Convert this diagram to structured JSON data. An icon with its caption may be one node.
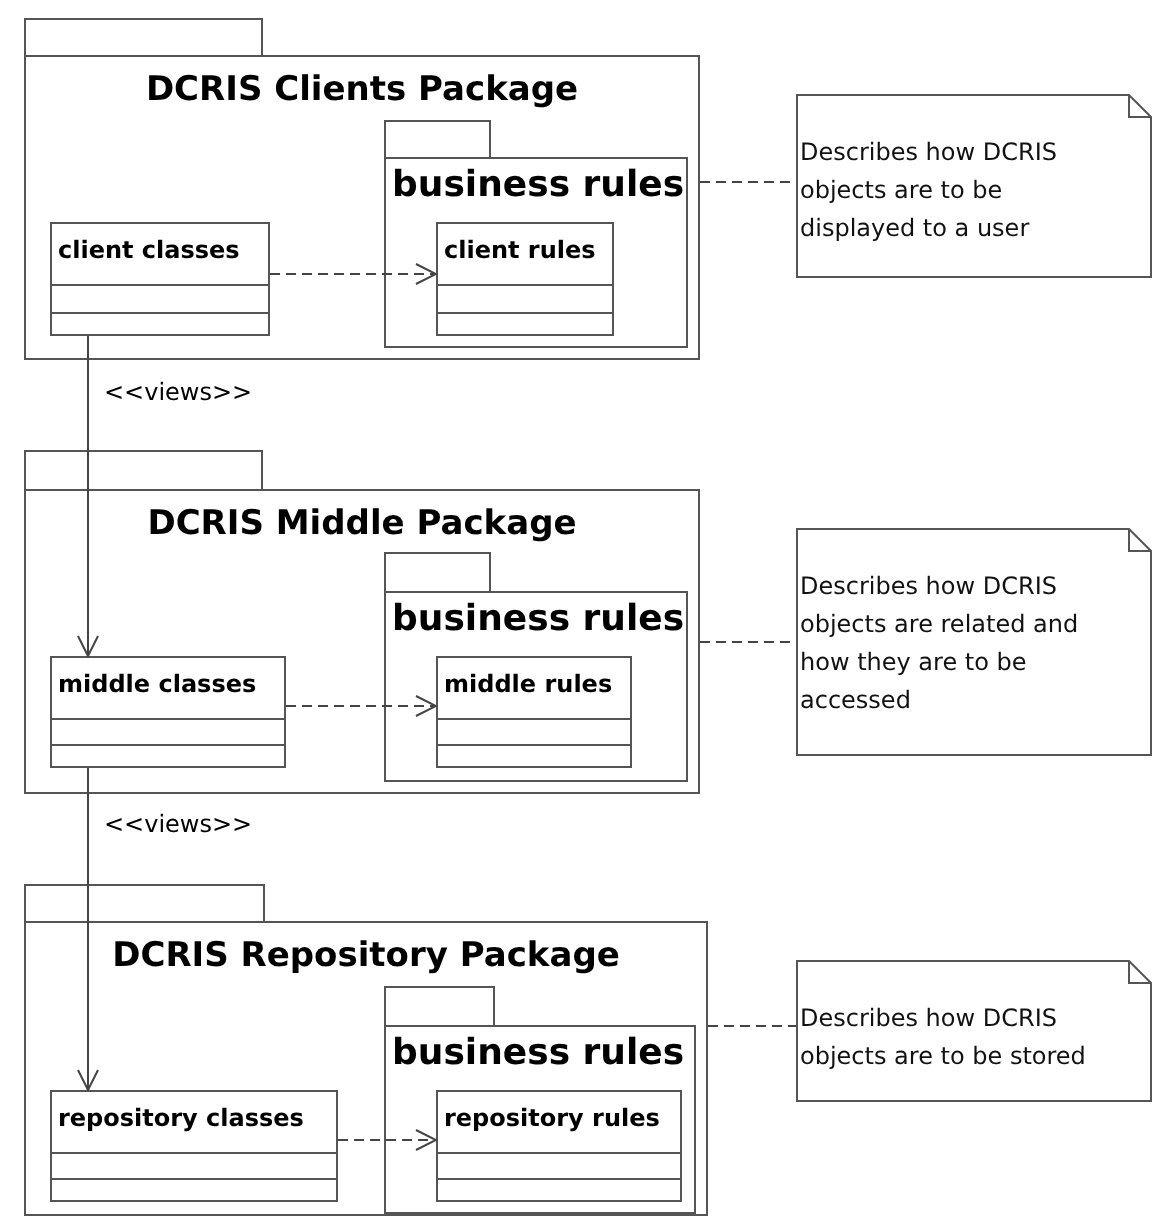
{
  "diagram": {
    "nodes": [
      {
        "text": [
          "DCRIS Clients Package"
        ]
      },
      {
        "text": [
          "client classes"
        ],
        "in": 0
      },
      {
        "text": [
          "business rules"
        ],
        "in": 0
      },
      {
        "text": [
          "client rules"
        ],
        "in": 2
      },
      {
        "text": [
          "Describes how DCRIS objects are to be displayed to a user"
        ]
      },
      {
        "text": [
          "DCRIS Middle Package"
        ]
      },
      {
        "text": [
          "middle classes"
        ],
        "in": 5
      },
      {
        "text": [
          "business rules"
        ],
        "in": 5
      },
      {
        "text": [
          "middle rules"
        ],
        "in": 7
      },
      {
        "text": [
          "Describes how DCRIS objects are related and how they are to be accessed"
        ]
      },
      {
        "text": [
          "DCRIS Repository Package"
        ]
      },
      {
        "text": [
          "repository classes"
        ],
        "in": 10
      },
      {
        "text": [
          "business rules"
        ],
        "in": 10
      },
      {
        "text": [
          "repository rules"
        ],
        "in": 12
      },
      {
        "text": [
          "Describes how DCRIS objects are to be stored"
        ]
      }
    ],
    "edges": [
      {
        "from": 1,
        "to": 3,
        "arrow": "to",
        "style": "dashed"
      },
      {
        "from": 0,
        "to": 4,
        "arrow": "none",
        "style": "dashed"
      },
      {
        "from": 1,
        "to": 6,
        "arrow": "to",
        "label": "<<views>>"
      },
      {
        "from": 6,
        "to": 8,
        "arrow": "to",
        "style": "dashed"
      },
      {
        "from": 5,
        "to": 9,
        "arrow": "none",
        "style": "dashed"
      },
      {
        "from": 6,
        "to": 11,
        "arrow": "to",
        "label": "<<views>>"
      },
      {
        "from": 11,
        "to": 13,
        "arrow": "to",
        "style": "dashed"
      },
      {
        "from": 10,
        "to": 14,
        "arrow": "none",
        "style": "dashed"
      }
    ]
  }
}
